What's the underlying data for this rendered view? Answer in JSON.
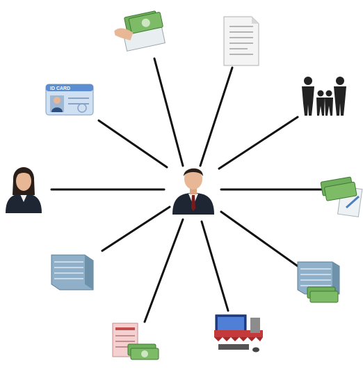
{
  "diagram": {
    "center": {
      "icon": "businessman-icon"
    },
    "nodes": [
      {
        "id": "money-payment",
        "icon": "cash-hand-payment-icon"
      },
      {
        "id": "document",
        "icon": "document-icon"
      },
      {
        "id": "family",
        "icon": "family-icon"
      },
      {
        "id": "money-contract",
        "icon": "money-contract-icon"
      },
      {
        "id": "bank-money",
        "icon": "bank-money-icon"
      },
      {
        "id": "computer-store",
        "icon": "computer-store-icon"
      },
      {
        "id": "invoice-money",
        "icon": "invoice-money-icon"
      },
      {
        "id": "office-building",
        "icon": "office-building-icon"
      },
      {
        "id": "businesswoman",
        "icon": "businesswoman-icon"
      },
      {
        "id": "id-card",
        "icon": "id-card-icon",
        "text": "ID CARD"
      }
    ]
  },
  "colors": {
    "line": "#111111",
    "suit": "#1f2633",
    "skin": "#e8b896",
    "money": "#6fae5a",
    "building": "#8fb0c8"
  }
}
